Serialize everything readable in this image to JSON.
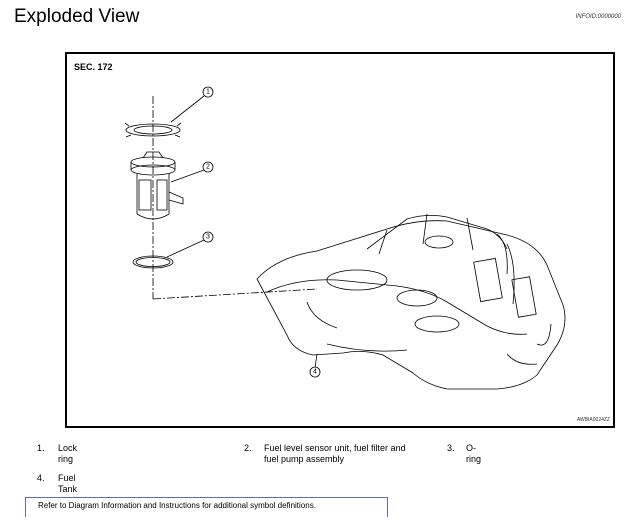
{
  "header": {
    "title": "Exploded View",
    "doc_id": "INFOID:0000000"
  },
  "figure": {
    "section_label": "SEC. 172",
    "figure_code": "AWBIA0024ZZ",
    "callouts": [
      "1",
      "2",
      "3",
      "4"
    ]
  },
  "legend": {
    "items": [
      {
        "number": "1.",
        "text": "Lock ring"
      },
      {
        "number": "2.",
        "text_line1": "Fuel level sensor unit, fuel filter and",
        "text_line2": "fuel pump assembly"
      },
      {
        "number": "3.",
        "text": "O-ring"
      },
      {
        "number": "4.",
        "text": "Fuel Tank"
      }
    ]
  },
  "footer": {
    "note": "Refer to Diagram Information and Instructions for additional symbol definitions."
  },
  "colors": {
    "note_border": "#5a6fbf"
  }
}
